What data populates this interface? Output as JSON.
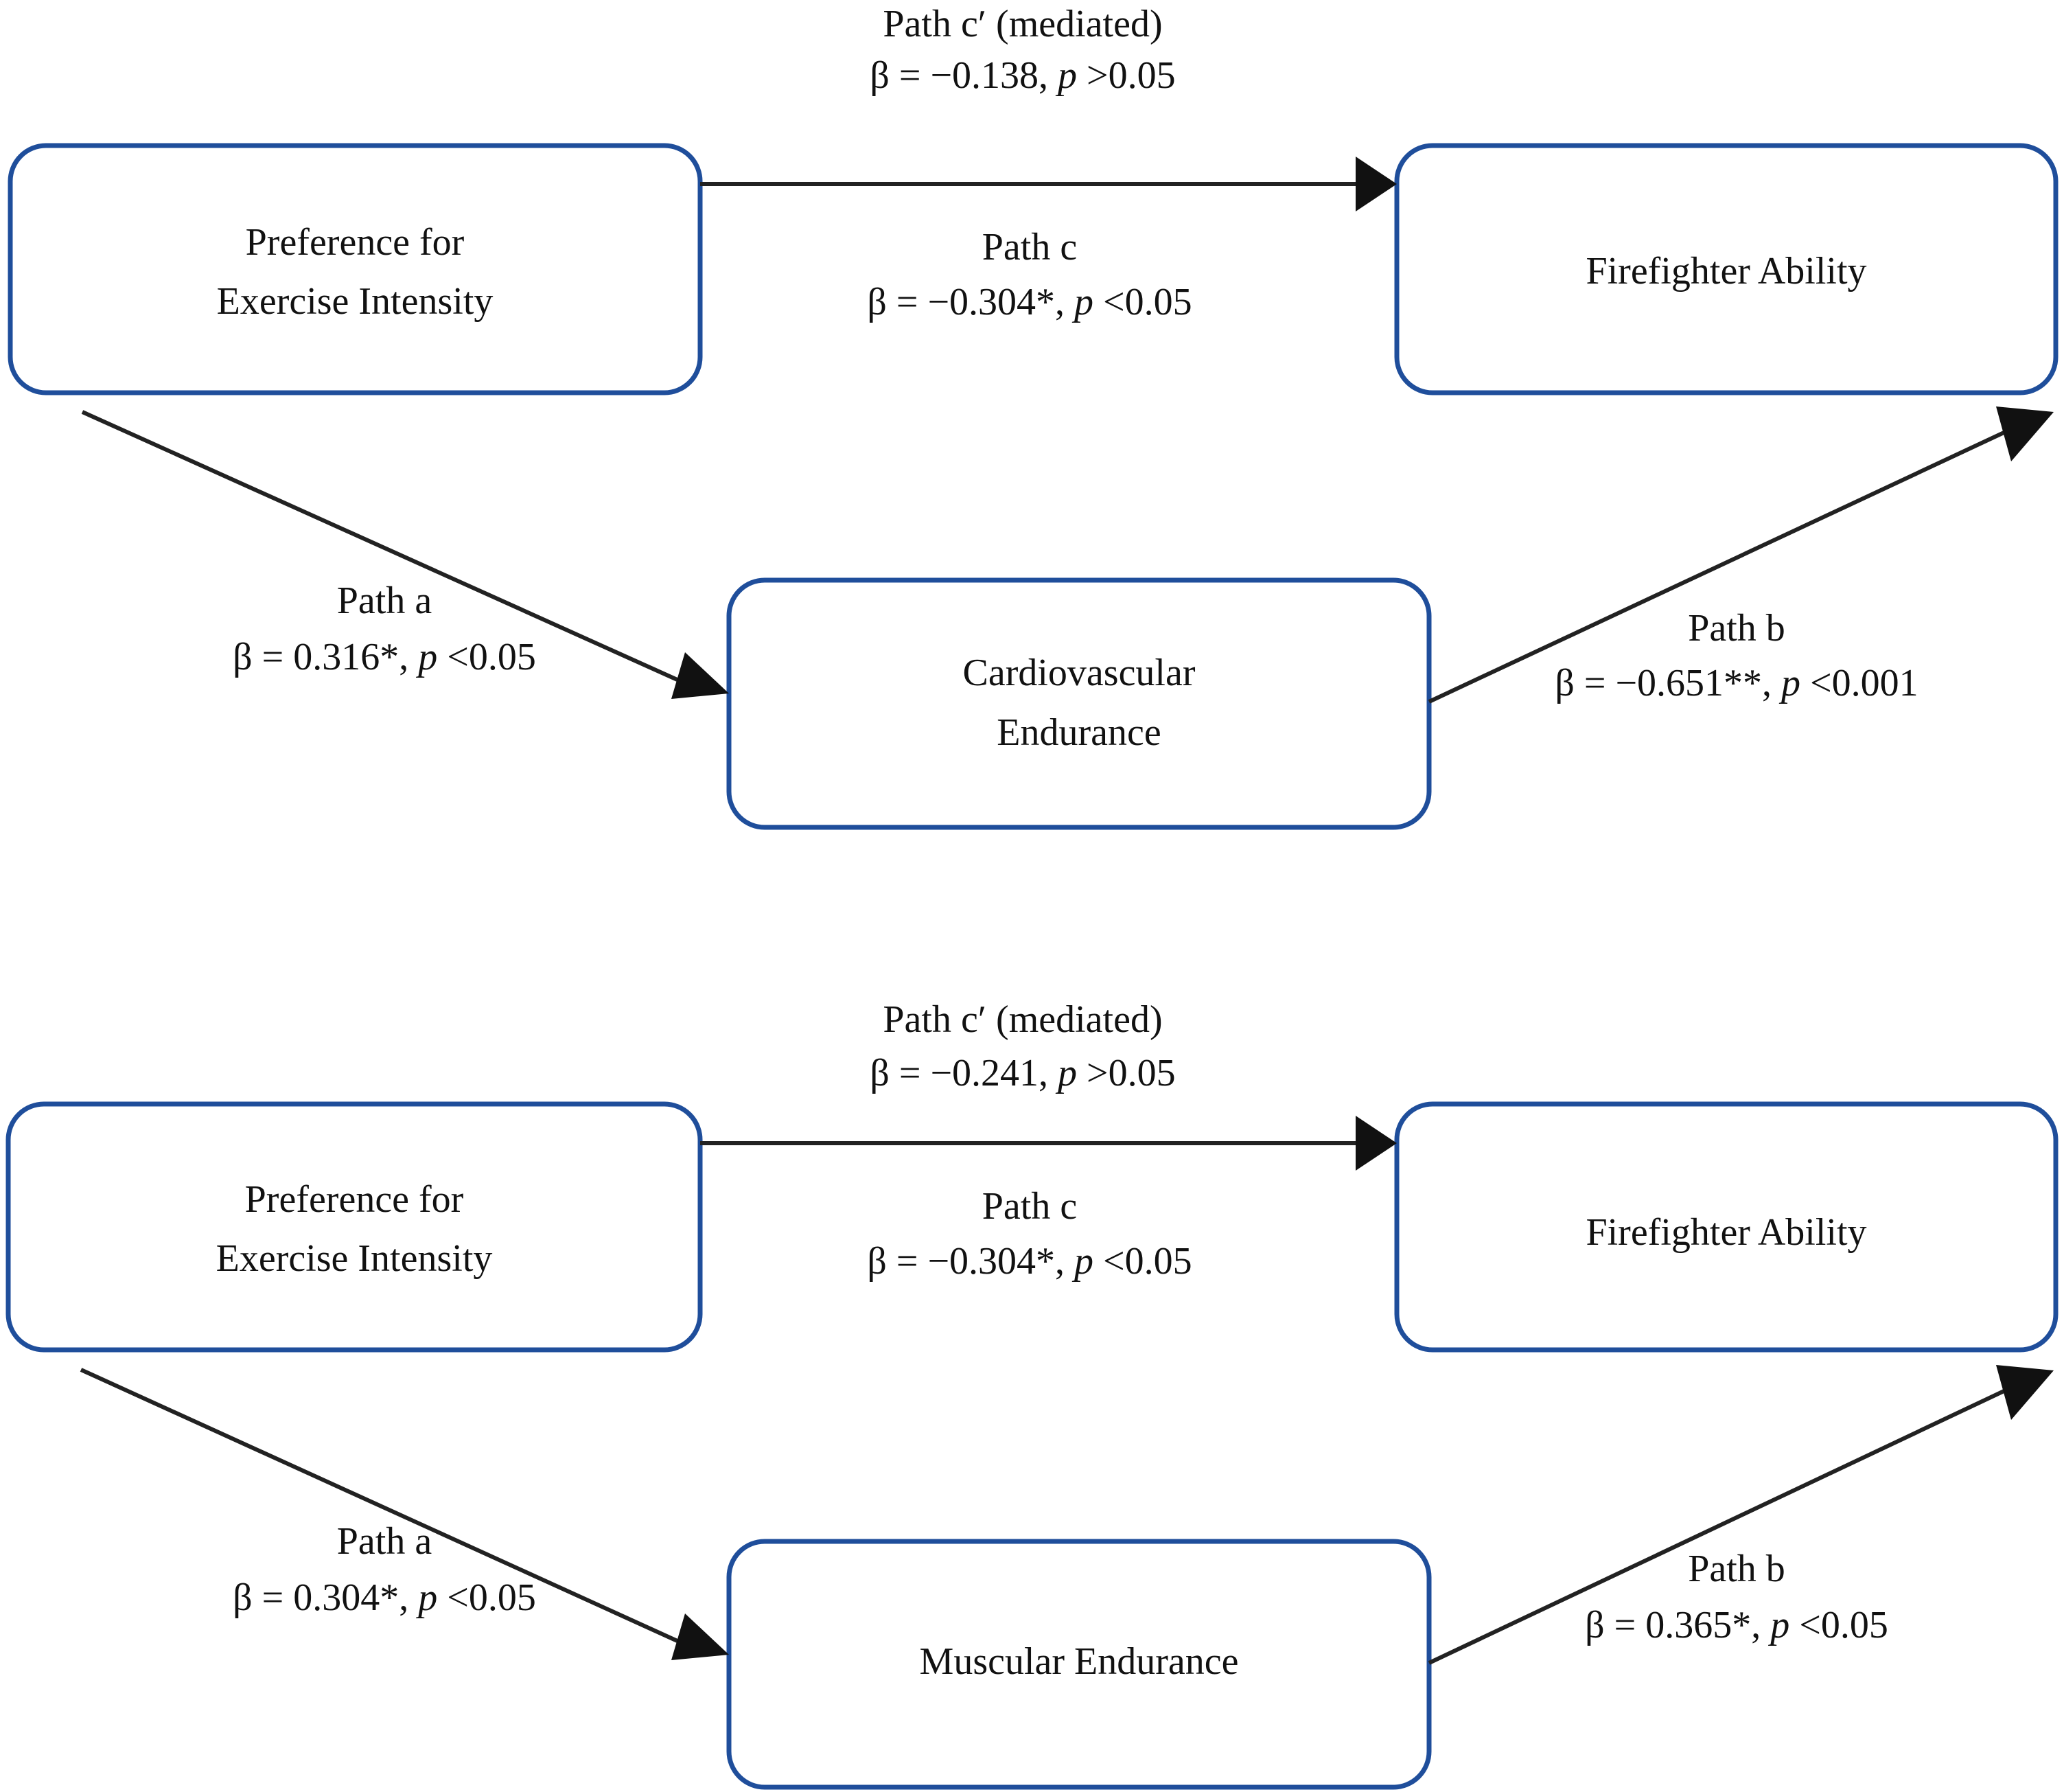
{
  "figure": {
    "type": "mediation-path-diagram",
    "panels": [
      {
        "id": "panel-1",
        "nodes": {
          "predictor": {
            "line1": "Preference for",
            "line2": "Exercise Intensity"
          },
          "mediator": {
            "line1": "Cardiovascular",
            "line2": "Endurance"
          },
          "outcome": {
            "line1": "Firefighter Ability",
            "line2": ""
          }
        },
        "paths": {
          "c_prime": {
            "name": "Path c′ (mediated)",
            "beta_prefix": "β = −0.138, ",
            "p_italic": "p",
            "p_rest": " >0.05",
            "beta_value": -0.138,
            "p_relation": ">0.05",
            "significant": false
          },
          "c": {
            "name": "Path c",
            "beta_prefix": "β = −0.304*, ",
            "p_italic": "p",
            "p_rest": " <0.05",
            "beta_value": -0.304,
            "p_relation": "<0.05",
            "significant": true
          },
          "a": {
            "name": "Path a",
            "beta_prefix": "β = 0.316*, ",
            "p_italic": "p",
            "p_rest": " <0.05",
            "beta_value": 0.316,
            "p_relation": "<0.05",
            "significant": true
          },
          "b": {
            "name": "Path b",
            "beta_prefix": "β = −0.651**, ",
            "p_italic": "p",
            "p_rest": " <0.001",
            "beta_value": -0.651,
            "p_relation": "<0.001",
            "significant": true
          }
        }
      },
      {
        "id": "panel-2",
        "nodes": {
          "predictor": {
            "line1": "Preference for",
            "line2": "Exercise Intensity"
          },
          "mediator": {
            "line1": "Muscular Endurance",
            "line2": ""
          },
          "outcome": {
            "line1": "Firefighter Ability",
            "line2": ""
          }
        },
        "paths": {
          "c_prime": {
            "name": "Path c′ (mediated)",
            "beta_prefix": "β = −0.241, ",
            "p_italic": "p",
            "p_rest": " >0.05",
            "beta_value": -0.241,
            "p_relation": ">0.05",
            "significant": false
          },
          "c": {
            "name": "Path c",
            "beta_prefix": "β = −0.304*, ",
            "p_italic": "p",
            "p_rest": " <0.05",
            "beta_value": -0.304,
            "p_relation": "<0.05",
            "significant": true
          },
          "a": {
            "name": "Path a",
            "beta_prefix": "β = 0.304*, ",
            "p_italic": "p",
            "p_rest": " <0.05",
            "beta_value": 0.304,
            "p_relation": "<0.05",
            "significant": true
          },
          "b": {
            "name": "Path b",
            "beta_prefix": "β = 0.365*, ",
            "p_italic": "p",
            "p_rest": " <0.05",
            "beta_value": 0.365,
            "p_relation": "<0.05",
            "significant": true
          }
        }
      }
    ],
    "colors": {
      "box_border": "#1f4e9b",
      "box_fill": "#ffffff",
      "arrow": "#222222",
      "text": "#111111",
      "background": "#ffffff"
    }
  }
}
